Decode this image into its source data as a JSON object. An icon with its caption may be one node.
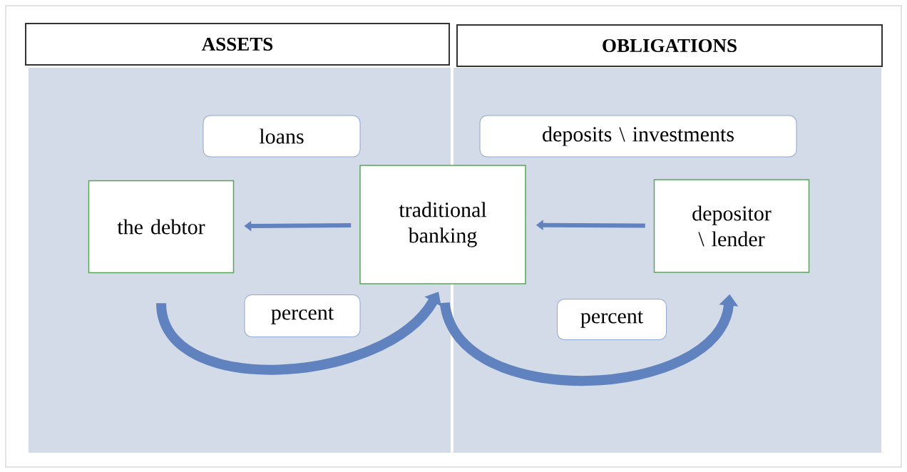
{
  "diagram": {
    "nodes": [
      {
        "text": [
          "ASSETS"
        ]
      },
      {
        "text": [
          "OBLIGATIONS"
        ]
      },
      {
        "text": [
          "loans"
        ]
      },
      {
        "text": [
          "deposits \\ investments"
        ]
      },
      {
        "text": [
          "the debtor"
        ]
      },
      {
        "text": [
          "traditional banking"
        ]
      },
      {
        "text": [
          "depositor \\ lender"
        ]
      },
      {
        "text": [
          "percent"
        ]
      },
      {
        "text": [
          "percent"
        ]
      }
    ],
    "edges": [
      {
        "from": 5,
        "to": 4,
        "arrow": "to"
      },
      {
        "from": 6,
        "to": 5,
        "arrow": "to"
      },
      {
        "from": 4,
        "to": 5,
        "arrow": "to",
        "style": "thick"
      },
      {
        "from": 5,
        "to": 6,
        "arrow": "to",
        "style": "thick"
      }
    ]
  }
}
